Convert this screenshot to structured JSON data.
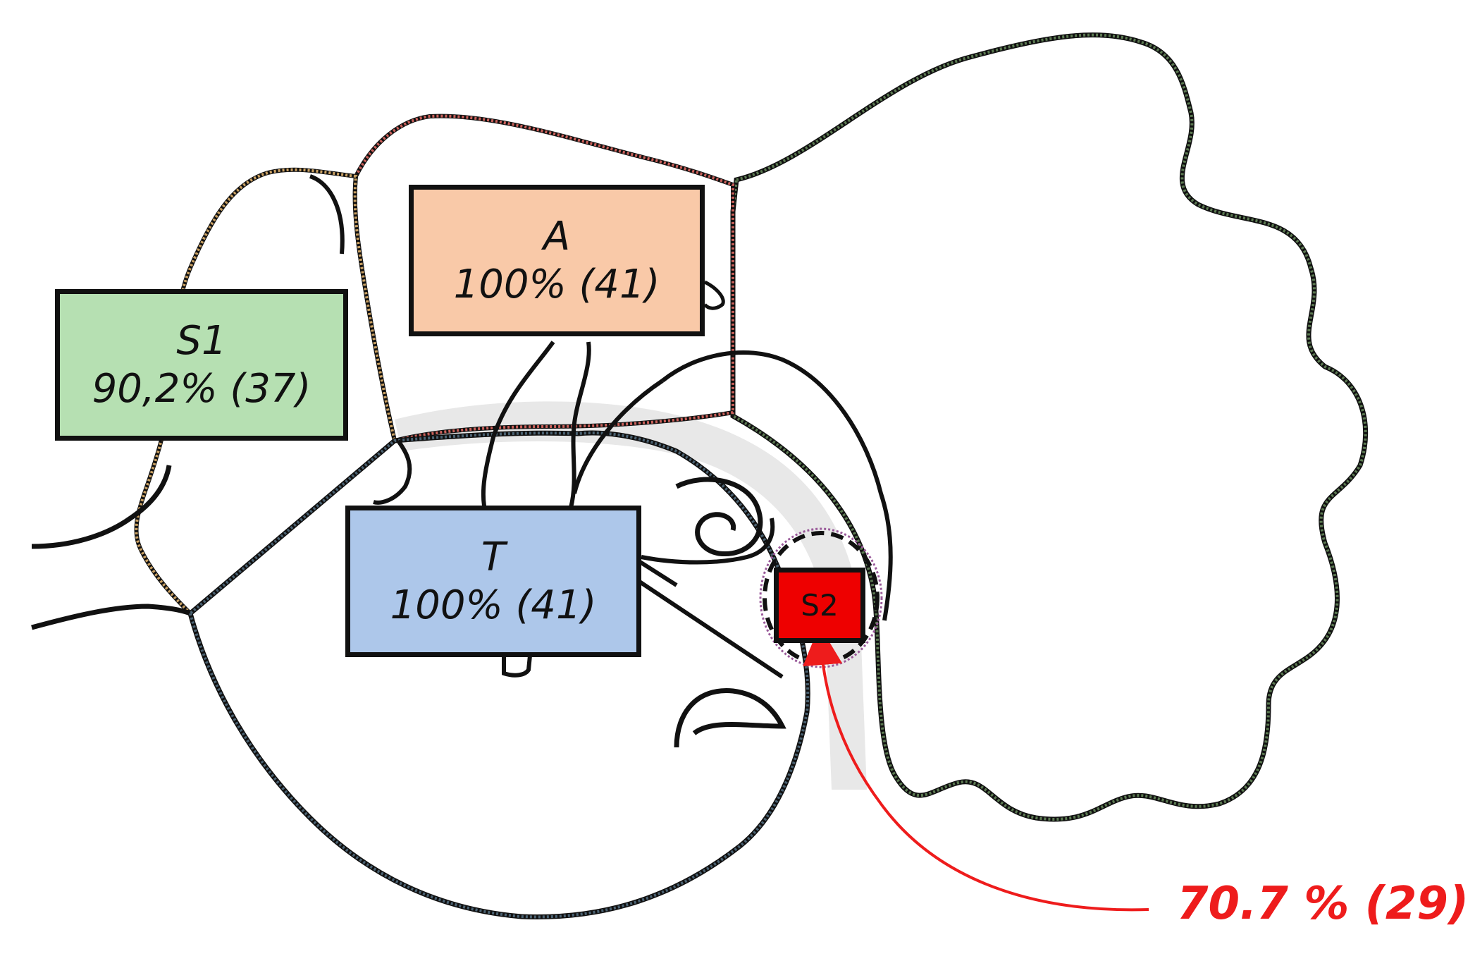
{
  "regions": {
    "s1": {
      "name": "S1",
      "value": "90,2% (37)",
      "fill": "#b6e0b2",
      "outline": "#c9a062"
    },
    "a": {
      "name": "A",
      "value": "100% (41)",
      "fill": "#f9c9a8",
      "outline": "#c9605a"
    },
    "t": {
      "name": "T",
      "value": "100% (41)",
      "fill": "#adc7ea",
      "outline": "#4b6272"
    },
    "s2": {
      "name": "S2",
      "fill": "#ee0000",
      "outline": "#9a5a9a"
    },
    "cerebellum": {
      "outline": "#5c7a52"
    }
  },
  "callout": {
    "text": "70.7 % (29)",
    "color": "#ee1c1c"
  }
}
